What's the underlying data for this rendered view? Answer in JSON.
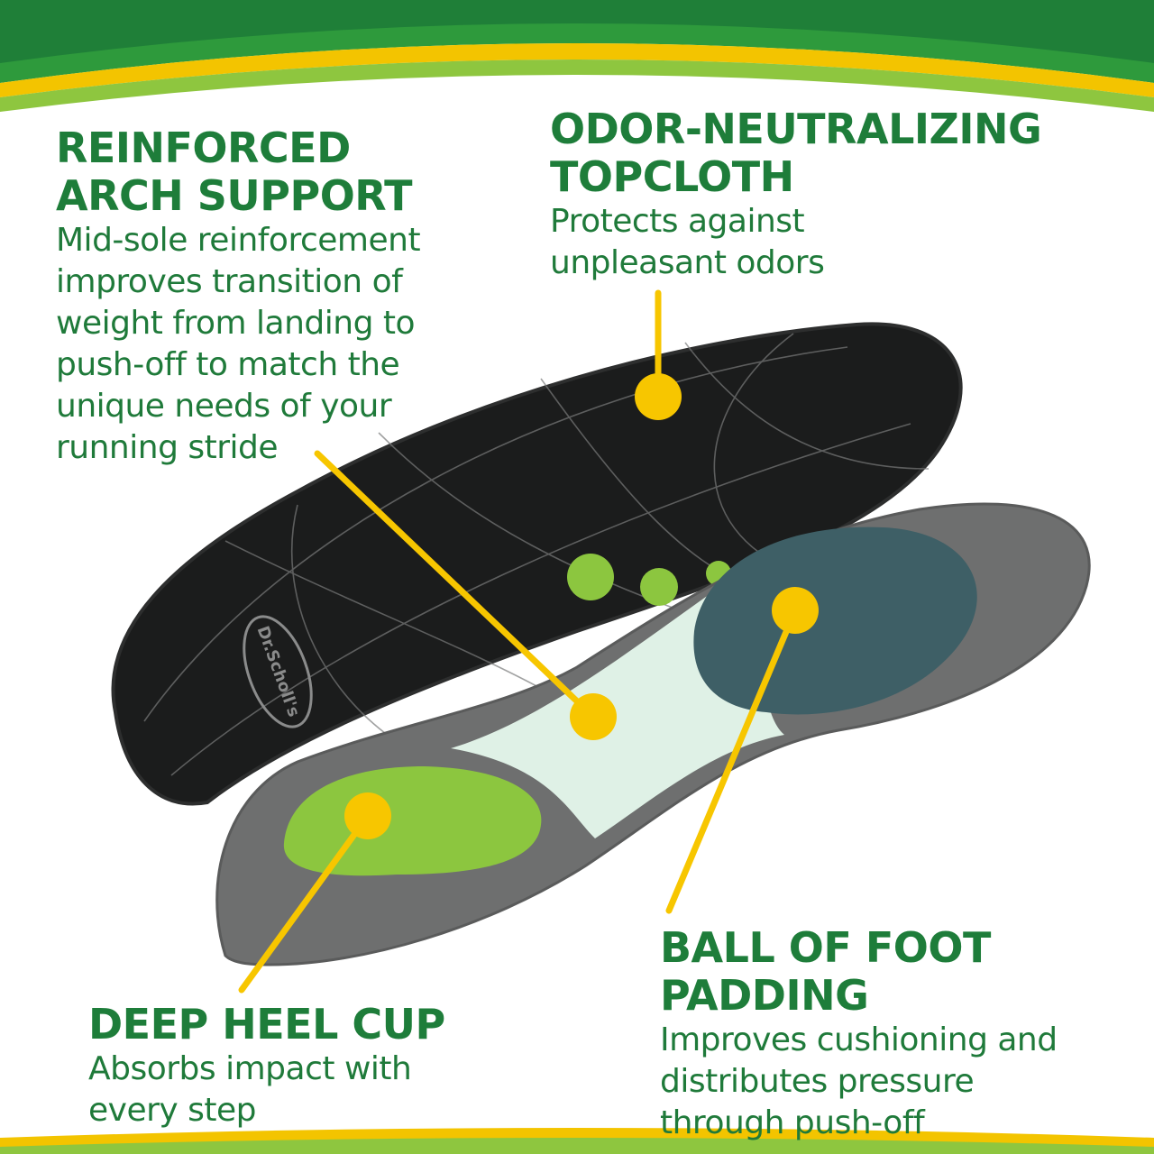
{
  "colors": {
    "brand_green": "#1e7d3a",
    "band_green": "#2e8b3a",
    "band_yellow": "#f3c400",
    "callout_yellow": "#f7c600",
    "insole_black": "#1a1a1a",
    "insole_grey": "#6d6e6e",
    "arch_mint": "#dff1e6",
    "heel_lime": "#8cc63f",
    "forefoot_teal": "#3e5f66"
  },
  "brand_logo_text": "Dr.Scholl's",
  "features": {
    "arch": {
      "title": [
        "REINFORCED",
        "ARCH SUPPORT"
      ],
      "desc": [
        "Mid-sole reinforcement",
        "improves transition of",
        "weight from landing to",
        "push-off to match the",
        "unique needs of your",
        "running stride"
      ]
    },
    "odor": {
      "title": [
        "ODOR-NEUTRALIZING",
        "TOPCLOTH"
      ],
      "desc": [
        "Protects against",
        "unpleasant odors"
      ]
    },
    "heel": {
      "title": [
        "DEEP HEEL CUP"
      ],
      "desc": [
        "Absorbs impact with",
        "every step"
      ]
    },
    "ball": {
      "title": [
        "BALL OF FOOT",
        "PADDING"
      ],
      "desc": [
        "Improves cushioning and",
        "distributes pressure",
        "through push-off"
      ]
    }
  },
  "icons": [
    "callout-dot-icon",
    "callout-leader-line-icon"
  ]
}
